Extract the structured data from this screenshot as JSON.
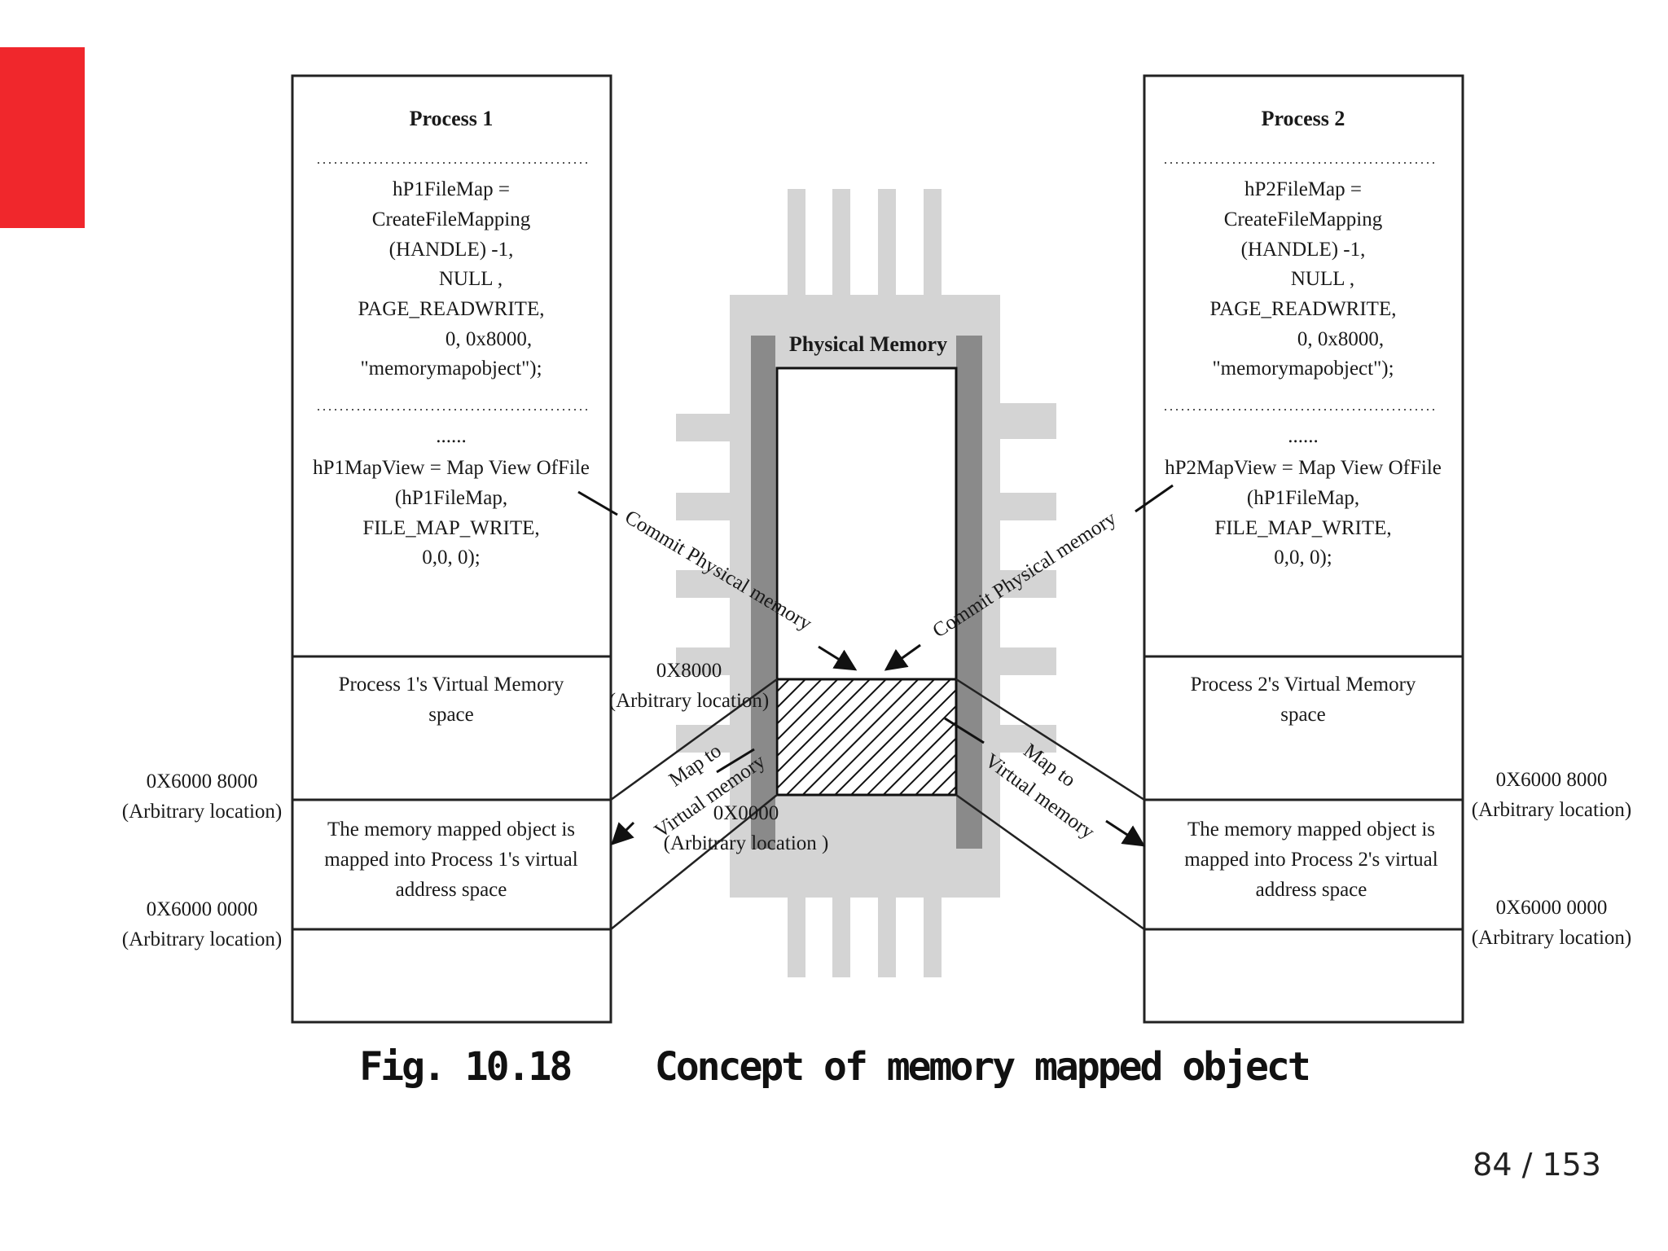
{
  "colors": {
    "accent_red": "#f0272c",
    "chip_light": "#d4d4d4",
    "chip_dark": "#8a8a8a",
    "line": "#222222",
    "text": "#1a1a1a"
  },
  "process1": {
    "title": "Process 1",
    "code_create": [
      "hP1FileMap =",
      "CreateFileMapping",
      "(HANDLE) -1,",
      "NULL ,",
      "PAGE_READWRITE,",
      "0, 0x8000,",
      "\"memorymapobject\");"
    ],
    "ellipsis": "......",
    "code_map": [
      "hP1MapView = Map View OfFile",
      "(hP1FileMap,",
      "FILE_MAP_WRITE,",
      "0,0, 0);"
    ],
    "vm_label": [
      "Process 1's Virtual Memory",
      "space"
    ],
    "mapped_label": [
      "The memory mapped object is",
      "mapped into Process 1's virtual",
      "address space"
    ],
    "addr_top": [
      "0X6000 8000",
      "(Arbitrary location)"
    ],
    "addr_bottom": [
      "0X6000 0000",
      "(Arbitrary location)"
    ]
  },
  "process2": {
    "title": "Process 2",
    "code_create": [
      "hP2FileMap =",
      "CreateFileMapping",
      "(HANDLE) -1,",
      "NULL ,",
      "PAGE_READWRITE,",
      "0, 0x8000,",
      "\"memorymapobject\");"
    ],
    "ellipsis": "......",
    "code_map": [
      "hP2MapView = Map View OfFile",
      "(hP1FileMap,",
      "FILE_MAP_WRITE,",
      "0,0, 0);"
    ],
    "vm_label": [
      "Process 2's Virtual Memory",
      "space"
    ],
    "mapped_label": [
      "The memory mapped object is",
      "mapped into Process 2's virtual",
      "address space"
    ],
    "addr_top": [
      "0X6000 8000",
      "(Arbitrary location)"
    ],
    "addr_bottom": [
      "0X6000 0000",
      "(Arbitrary location)"
    ]
  },
  "physical": {
    "title": "Physical Memory",
    "addr_top": [
      "0X8000",
      "(Arbitrary location)"
    ],
    "addr_bottom": [
      "0X0000",
      "(Arbitrary location )"
    ]
  },
  "arrows": {
    "commit_left": "Commit Physical memory",
    "commit_right": "Commit Physical memory",
    "map_left": [
      "Map to",
      "Virtual memory"
    ],
    "map_right": [
      "Map to",
      "Virtual memory"
    ]
  },
  "caption": "Fig. 10.18    Concept of memory mapped object",
  "page_number": "84 / 153"
}
